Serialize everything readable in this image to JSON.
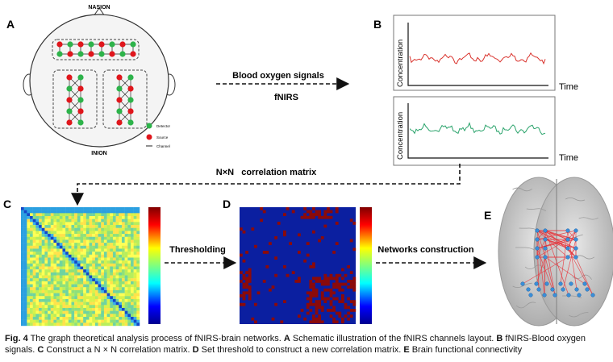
{
  "panels": {
    "a": {
      "letter": "A",
      "top_label": "NASION",
      "bottom_label": "INION",
      "legend": [
        {
          "label": "Detector",
          "color": "#2db34a"
        },
        {
          "label": "Source",
          "color": "#e0161c"
        },
        {
          "label": "Channel",
          "color": "#222222"
        }
      ]
    },
    "b": {
      "letter": "B",
      "ylabel_top": "Concentration",
      "ylabel_bottom": "Concentration",
      "xlabel_top": "Time",
      "xlabel_bottom": "Time",
      "colors": {
        "top": "#d9322c",
        "bottom": "#2aa36b"
      }
    },
    "c": {
      "letter": "C"
    },
    "d": {
      "letter": "D"
    },
    "e": {
      "letter": "E"
    }
  },
  "arrows": {
    "a_to_b_top": "Blood oxygen signals",
    "a_to_b_bottom": "fNIRS",
    "b_to_c": "N×N   correlation matrix",
    "c_to_d": "Thresholding",
    "d_to_e": "Networks construction"
  },
  "caption": {
    "fig": "Fig. 4",
    "text": " The graph theoretical analysis process of fNIRS-brain networks. ",
    "parts": [
      {
        "k": "A",
        "t": " Schematic illustration of the fNIRS channels layout. "
      },
      {
        "k": "B",
        "t": " fNIRS-Blood oxygen signals. "
      },
      {
        "k": "C",
        "t": " Construct a N × N correlation matrix. "
      },
      {
        "k": "D",
        "t": " Set threshold to construct a new correlation matrix. "
      },
      {
        "k": "E",
        "t": " Brain functional connectivity"
      }
    ]
  },
  "colors": {
    "detector": "#2db34a",
    "source": "#e0161c",
    "matrix_bg": "#0b1fa0",
    "matrix_on": "#8b0a0a"
  }
}
